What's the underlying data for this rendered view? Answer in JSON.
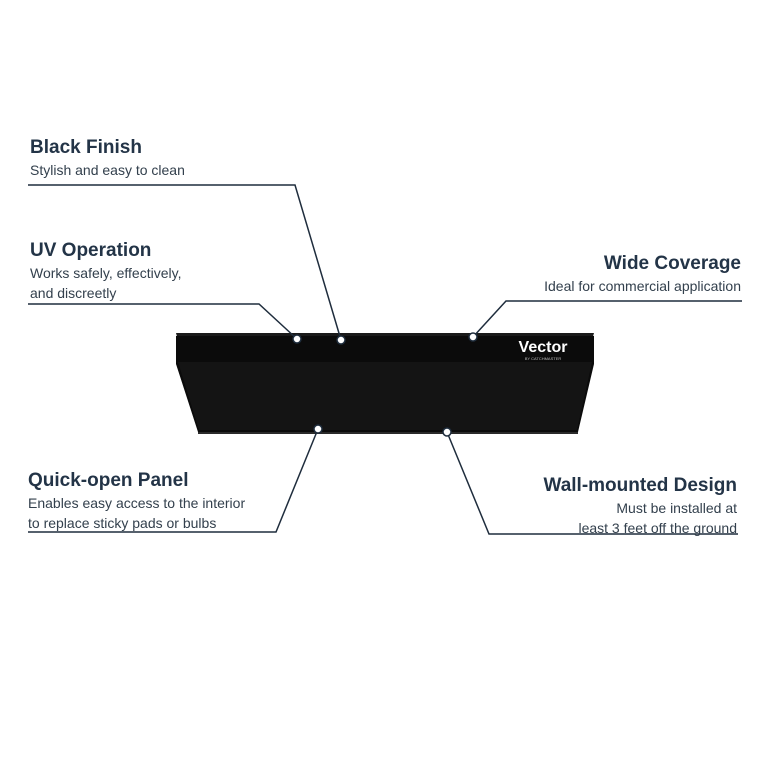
{
  "product": {
    "brand": "Vector",
    "brand_sub": "BY CATCHMASTER"
  },
  "callouts": {
    "black_finish": {
      "title": "Black Finish",
      "desc": [
        "Stylish and easy to clean"
      ]
    },
    "uv_operation": {
      "title": "UV Operation",
      "desc": [
        "Works safely, effectively,",
        "and discreetly"
      ]
    },
    "wide_coverage": {
      "title": "Wide Coverage",
      "desc": [
        "Ideal for commercial application"
      ]
    },
    "quick_open": {
      "title": "Quick-open Panel",
      "desc": [
        "Enables easy access to the interior",
        "to replace sticky pads or bulbs"
      ]
    },
    "wall_mounted": {
      "title": "Wall-mounted Design",
      "desc": [
        "Must be installed at",
        "least 3 feet off the ground"
      ]
    }
  },
  "colors": {
    "title": "#233447",
    "text": "#33404d",
    "line": "#1f2d3d",
    "device": "#0b0b0b",
    "device_face": "#141414",
    "background": "#ffffff"
  }
}
